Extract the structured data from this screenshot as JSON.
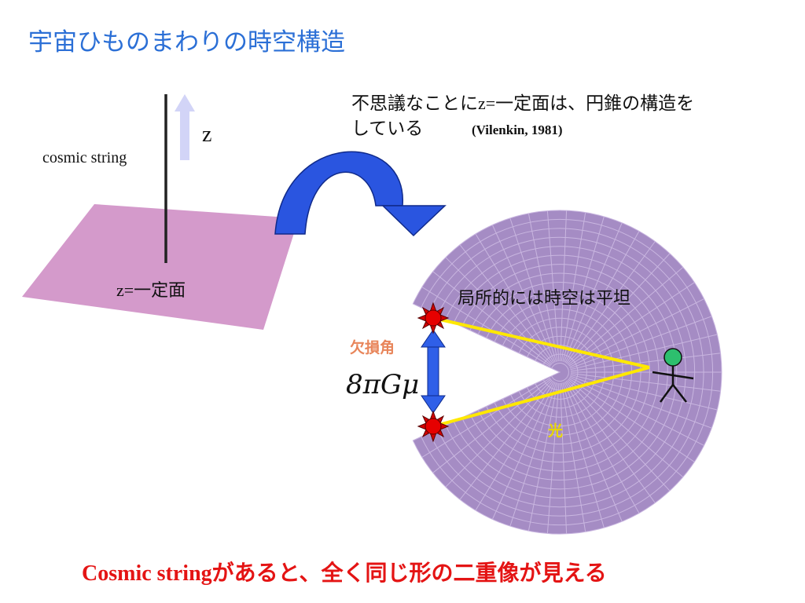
{
  "title": "宇宙ひものまわりの時空構造",
  "labels": {
    "z_axis": "z",
    "cosmic_string": "cosmic  string",
    "plane_var": "z=",
    "plane_text": "一定面",
    "note_pre": "不思議なことに",
    "note_var": "z=",
    "note_post": "一定面は、円錐の構造を",
    "note_line2": "している",
    "citation": "(Vilenkin, 1981)",
    "flat": "局所的には時空は平坦",
    "deficit": "欠損角",
    "formula": "8πGμ",
    "light": "光"
  },
  "caption": {
    "latin": "Cosmic string",
    "jp": "があると、全く同じ形の二重像が見える"
  },
  "colors": {
    "title": "#2b6fd6",
    "plane": "#d49acb",
    "cone": "#a58cc4",
    "cone_grid": "#c9b6e0",
    "curved_arrow": "#2a55e0",
    "light_ray": "#ffe800",
    "star": "#e60000",
    "observer_head": "#2dbf6e",
    "double_arrow": "#2f5fe8",
    "z_arrow": "#d2d4f7",
    "caption": "#e41414",
    "deficit": "#e8855a"
  },
  "icons": [
    "z-axis-arrow-icon",
    "curved-arrow-icon",
    "star-icon",
    "observer-icon",
    "double-arrow-icon"
  ]
}
